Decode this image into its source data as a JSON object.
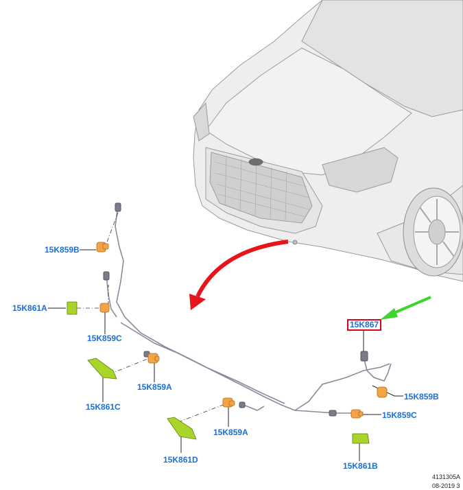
{
  "callouts": {
    "c_15K859B_left": "15K859B",
    "c_15K861A": "15K861A",
    "c_15K859C_left": "15K859C",
    "c_15K859A_left": "15K859A",
    "c_15K861C": "15K861C",
    "c_15K859A_mid": "15K859A",
    "c_15K861D": "15K861D",
    "c_15K867": "15K867",
    "c_15K859B_right": "15K859B",
    "c_15K859C_right": "15K859C",
    "c_15K861B": "15K861B"
  },
  "reference": {
    "id": "4131305A",
    "date": "08-2019 3"
  },
  "colors": {
    "callout": "#1a6fd6",
    "highlight_box": "#e0001b",
    "red_arrow": "#e8141b",
    "green_arrow": "#3ed42b",
    "sensor": "#f2a447",
    "bracket": "#a9d42a"
  }
}
